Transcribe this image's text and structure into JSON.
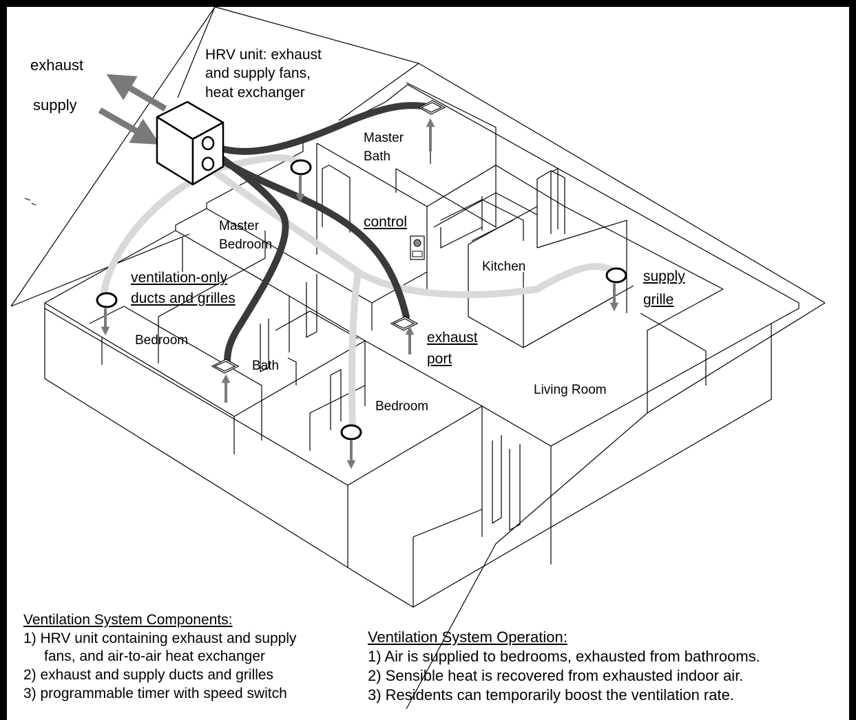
{
  "diagram": {
    "labels": {
      "exhaust": "exhaust",
      "supply": "supply",
      "hrv_unit": "HRV unit: exhaust\nand supply fans,\nheat exchanger",
      "master_bath": "Master\nBath",
      "control": "control",
      "master_bedroom": "Master\nBedroom",
      "kitchen": "Kitchen",
      "ventilation_only": "ventilation-only",
      "ducts_and_grilles": "ducts and grilles",
      "supply_grille_1": "supply",
      "supply_grille_2": "grille",
      "bedroom_left": "Bedroom",
      "bath": "Bath",
      "exhaust_port_1": "exhaust",
      "exhaust_port_2": "port",
      "living_room": "Living Room",
      "bedroom_center": "Bedroom"
    },
    "components": {
      "title": "Ventilation System Components:",
      "items": [
        "1) HRV unit containing exhaust and supply",
        "fans, and air-to-air heat exchanger",
        "2) exhaust and supply ducts and grilles",
        "3) programmable timer with speed switch"
      ]
    },
    "operation": {
      "title": "Ventilation System Operation:",
      "items": [
        "1) Air is supplied to bedrooms, exhausted from bathrooms.",
        "2) Sensible heat is recovered from exhausted indoor air.",
        "3) Residents can temporarily boost the ventilation rate."
      ]
    },
    "colors": {
      "exhaust_duct": "#3a3a3a",
      "supply_duct": "#d9d9d9",
      "arrow": "#7a7a7a",
      "frame": "#000000"
    }
  }
}
